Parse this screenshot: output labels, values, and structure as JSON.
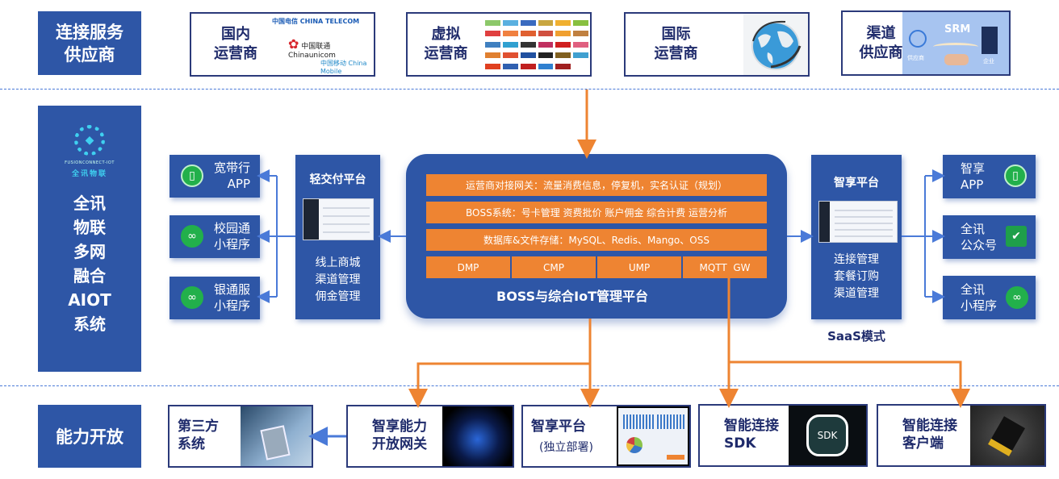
{
  "rows": {
    "suppliers": {
      "title": "连接服务\n供应商",
      "cards": [
        {
          "label": "国内\n运营商",
          "logos": [
            "中国电信 CHINA TELECOM",
            "中国联通 Chinaunicom",
            "中国移动 China Mobile"
          ]
        },
        {
          "label": "虚拟\n运营商",
          "logos_desc": "virtual-operator-logo-grid"
        },
        {
          "label": "国际\n运营商",
          "image_desc": "globe-icon"
        },
        {
          "label": "渠道\n供应商",
          "image_text": "SRM",
          "image_sub_left": "供应商",
          "image_sub_right": "企业"
        }
      ]
    },
    "core": {
      "title": "全讯\n物联\n多网\n融合\nAIOT\n系统",
      "logo_brand": "FUSIONCONNECT-IOT",
      "logo_cn": "全讯物联",
      "left_apps": [
        {
          "label": "宽带行\nAPP",
          "icon": "phone-icon"
        },
        {
          "label": "校园通\n小程序",
          "icon": "mini-program-icon"
        },
        {
          "label": "银通服\n小程序",
          "icon": "mini-program-icon"
        }
      ],
      "light_platform": {
        "title": "轻交付平台",
        "features": "线上商城\n渠道管理\n佣金管理"
      },
      "boss": {
        "rows": [
          "运营商对接网关：流量消费信息，停复机，实名认证（规划）",
          "BOSS系统：号卡管理  资费批价 账户佣金 综合计费 运营分析",
          "数据库&文件存储：MySQL、Redis、Mango、OSS"
        ],
        "modules": [
          "DMP",
          "CMP",
          "UMP",
          "MQTT  GW"
        ],
        "title": "BOSS与综合IoT管理平台"
      },
      "zhixiang_platform": {
        "title": "智享平台",
        "features": "连接管理\n套餐订购\n渠道管理",
        "caption": "SaaS模式"
      },
      "right_apps": [
        {
          "label": "智享\nAPP",
          "icon": "phone-icon"
        },
        {
          "label": "全讯\n公众号",
          "icon": "wechat-official-icon"
        },
        {
          "label": "全讯\n小程序",
          "icon": "mini-program-icon"
        }
      ]
    },
    "open": {
      "title": "能力开放",
      "cards": [
        {
          "label": "第三方\n系统"
        },
        {
          "label": "智享能力\n开放网关"
        },
        {
          "label": "智享平台",
          "sub": "(独立部署)"
        },
        {
          "label": "智能连接\nSDK",
          "image_text": "SDK"
        },
        {
          "label": "智能连接\n客户端"
        }
      ]
    }
  },
  "colors": {
    "primary_blue": "#2e56a6",
    "orange": "#ee8432",
    "navy_text": "#1f2b6b",
    "connector_blue": "#4a7ad8"
  }
}
